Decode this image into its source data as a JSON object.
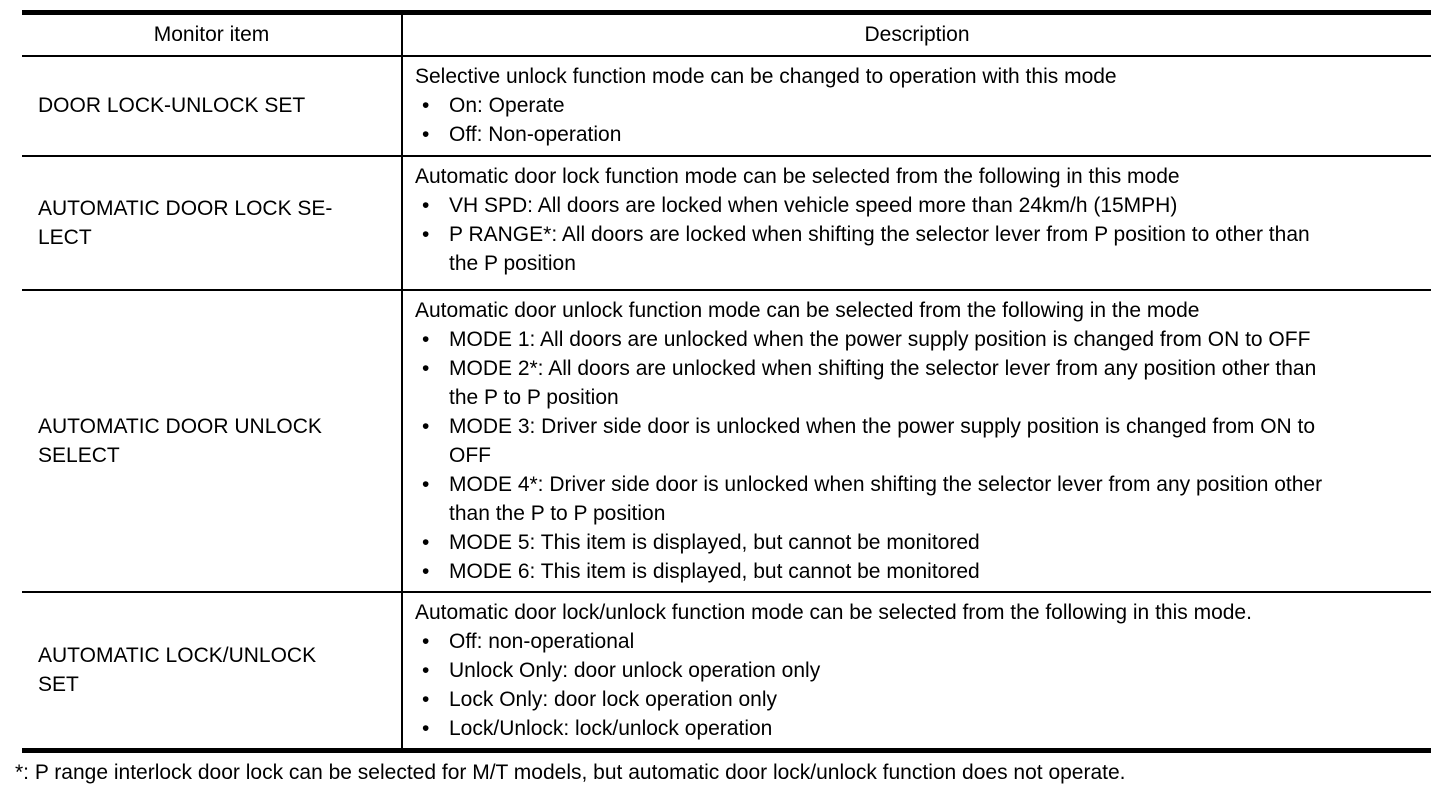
{
  "glyphs": {
    "bullet": "•"
  },
  "table": {
    "headers": {
      "item": "Monitor item",
      "description": "Description"
    },
    "rows": [
      {
        "item": "DOOR LOCK-UNLOCK SET",
        "intro": "Selective unlock function mode can be changed to operation with this mode",
        "bullets": [
          "On: Operate",
          "Off: Non-operation"
        ]
      },
      {
        "item": "AUTOMATIC DOOR LOCK SE-\nLECT",
        "intro": "Automatic door lock function mode can be selected from the following in this mode",
        "bullets": [
          "VH SPD: All doors are locked when vehicle speed more than 24km/h (15MPH)",
          "P RANGE*: All doors are locked when shifting the selector lever from P position to other than\nthe P position"
        ]
      },
      {
        "item": "AUTOMATIC DOOR UNLOCK\nSELECT",
        "intro": "Automatic door unlock function mode can be selected from the following in the mode",
        "bullets": [
          "MODE 1: All doors are unlocked when the power supply position is changed from ON to OFF",
          "MODE 2*: All doors are unlocked when shifting the selector lever from any position other than\nthe P to P position",
          "MODE 3: Driver side door is unlocked when the power supply position is changed from ON to\nOFF",
          "MODE 4*: Driver side door is unlocked when shifting the selector lever from any position other\nthan the P to P position",
          "MODE 5: This item is displayed, but cannot be monitored",
          "MODE 6: This item is displayed, but cannot be monitored"
        ]
      },
      {
        "item": "AUTOMATIC LOCK/UNLOCK\nSET",
        "intro": "Automatic door lock/unlock function mode can be selected from the following in this mode.",
        "bullets": [
          "Off: non-operational",
          "Unlock Only: door unlock operation only",
          "Lock Only: door lock operation only",
          "Lock/Unlock: lock/unlock operation"
        ]
      }
    ]
  },
  "footnote": "*: P range interlock door lock can be selected for M/T models, but automatic door lock/unlock function does not operate."
}
